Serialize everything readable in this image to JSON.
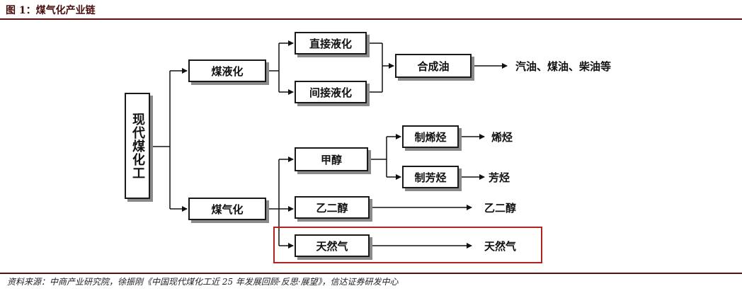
{
  "figure": {
    "title": "图 1：煤气化产业链",
    "source": "资料来源：中商产业研究院，徐振刚《中国现代煤化工近 25 年发展回顾·反思·展望》，信达证券研发中心"
  },
  "diagram": {
    "root": "现代煤化工",
    "branches": {
      "liquefaction": "煤液化",
      "gasification": "煤气化"
    },
    "liquefaction_methods": {
      "direct": "直接液化",
      "indirect": "间接液化"
    },
    "synthetic_oil": "合成油",
    "oil_products": "汽油、煤油、柴油等",
    "gasification_products": {
      "methanol": "甲醇",
      "ethylene_glycol": "乙二醇",
      "natural_gas": "天然气"
    },
    "methanol_processes": {
      "olefins_process": "制烯烃",
      "aromatics_process": "制芳烃"
    },
    "final_products": {
      "olefins": "烯烃",
      "aromatics": "芳烃",
      "ethylene_glycol": "乙二醇",
      "natural_gas": "天然气"
    }
  },
  "colors": {
    "highlight_border": "#b22222",
    "box_border": "#1a1a1a",
    "box_shadow": "#8a8a8a",
    "title_color": "#4a0d0d"
  }
}
